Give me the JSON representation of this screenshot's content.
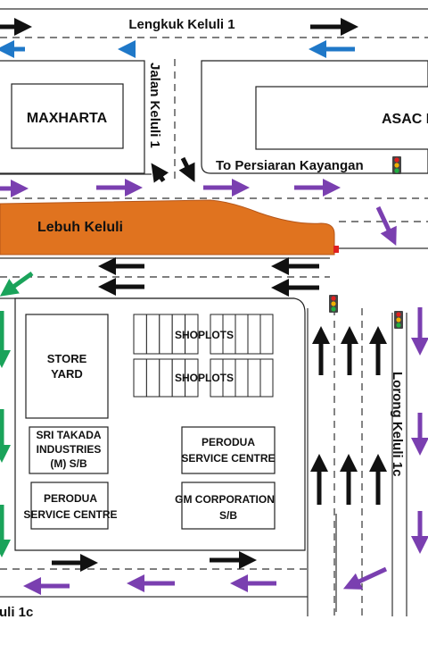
{
  "roads": {
    "top": "Lengkuk Keluli 1",
    "jalan": "Jalan Keluli 1",
    "lebuh": "Lebuh Keluli",
    "lorong": "Lorong Keluli 1c",
    "bottom": "uli 1c",
    "direction": "To Persiaran Kayangan"
  },
  "buildings": {
    "maxharta": "MAXHARTA",
    "asac": "ASAC I",
    "store_line1": "STORE",
    "store_line2": "YARD",
    "shoplots_a": "SHOPLOTS",
    "shoplots_b": "SHOPLOTS",
    "takada_line1": "SRI TAKADA",
    "takada_line2": "INDUSTRIES",
    "takada_line3": "(M) S/B",
    "perodua_a_line1": "PERODUA",
    "perodua_a_line2": "SERVICE CENTRE",
    "perodua_b_line1": "PERODUA",
    "perodua_b_line2": "SERVICE CENTRE",
    "gm_line1": "GM CORPORATION",
    "gm_line2": "S/B"
  },
  "colors": {
    "black_arrow": "#111111",
    "blue_arrow": "#1f78c8",
    "purple_arrow": "#7a3fb0",
    "green_arrow": "#1aa35a",
    "lebuh_fill": "#e0731f",
    "traffic_light": "traffic-light-icon"
  }
}
